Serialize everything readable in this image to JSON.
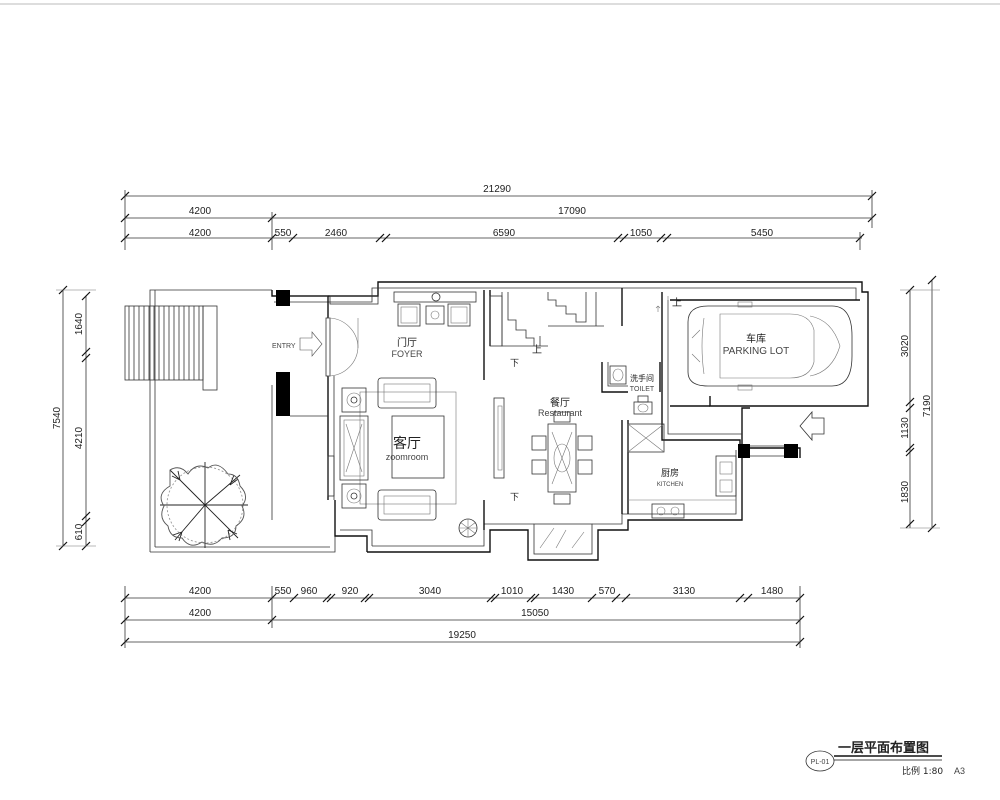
{
  "dimensions": {
    "top": {
      "total": "21290",
      "middle": [
        "4200",
        "17090"
      ],
      "bottom": [
        "4200",
        "550",
        "2460",
        "6590",
        "1050",
        "5450"
      ]
    },
    "bottom": {
      "segments": [
        "4200",
        "550",
        "960",
        "920",
        "3040",
        "1010",
        "1430",
        "570",
        "3130",
        "1480"
      ],
      "middle": [
        "4200",
        "15050"
      ],
      "total": "19250"
    },
    "left": {
      "total": "7540",
      "segments": [
        "1640",
        "4210",
        "610"
      ]
    },
    "right": {
      "segments": [
        "3020",
        "1130",
        "1830"
      ],
      "total": "7190"
    }
  },
  "rooms": {
    "foyer": {
      "cn": "门厅",
      "en": "FOYER"
    },
    "entry": "ENTRY",
    "living": {
      "cn": "客厅",
      "en": "zoomroom"
    },
    "dining": {
      "cn": "餐厅",
      "en": "Restaurant"
    },
    "toilet": {
      "cn": "洗手间",
      "en": "TOILET"
    },
    "kitchen": {
      "cn": "厨房",
      "en": "KITCHEN"
    },
    "garage": {
      "cn": "车库",
      "en": "PARKING LOT"
    }
  },
  "stairs": {
    "up": "上",
    "down": "下"
  },
  "title_block": {
    "code": "PL-01",
    "title": "一层平面布置图",
    "scale": "比例 1:80",
    "paper": "A3"
  }
}
